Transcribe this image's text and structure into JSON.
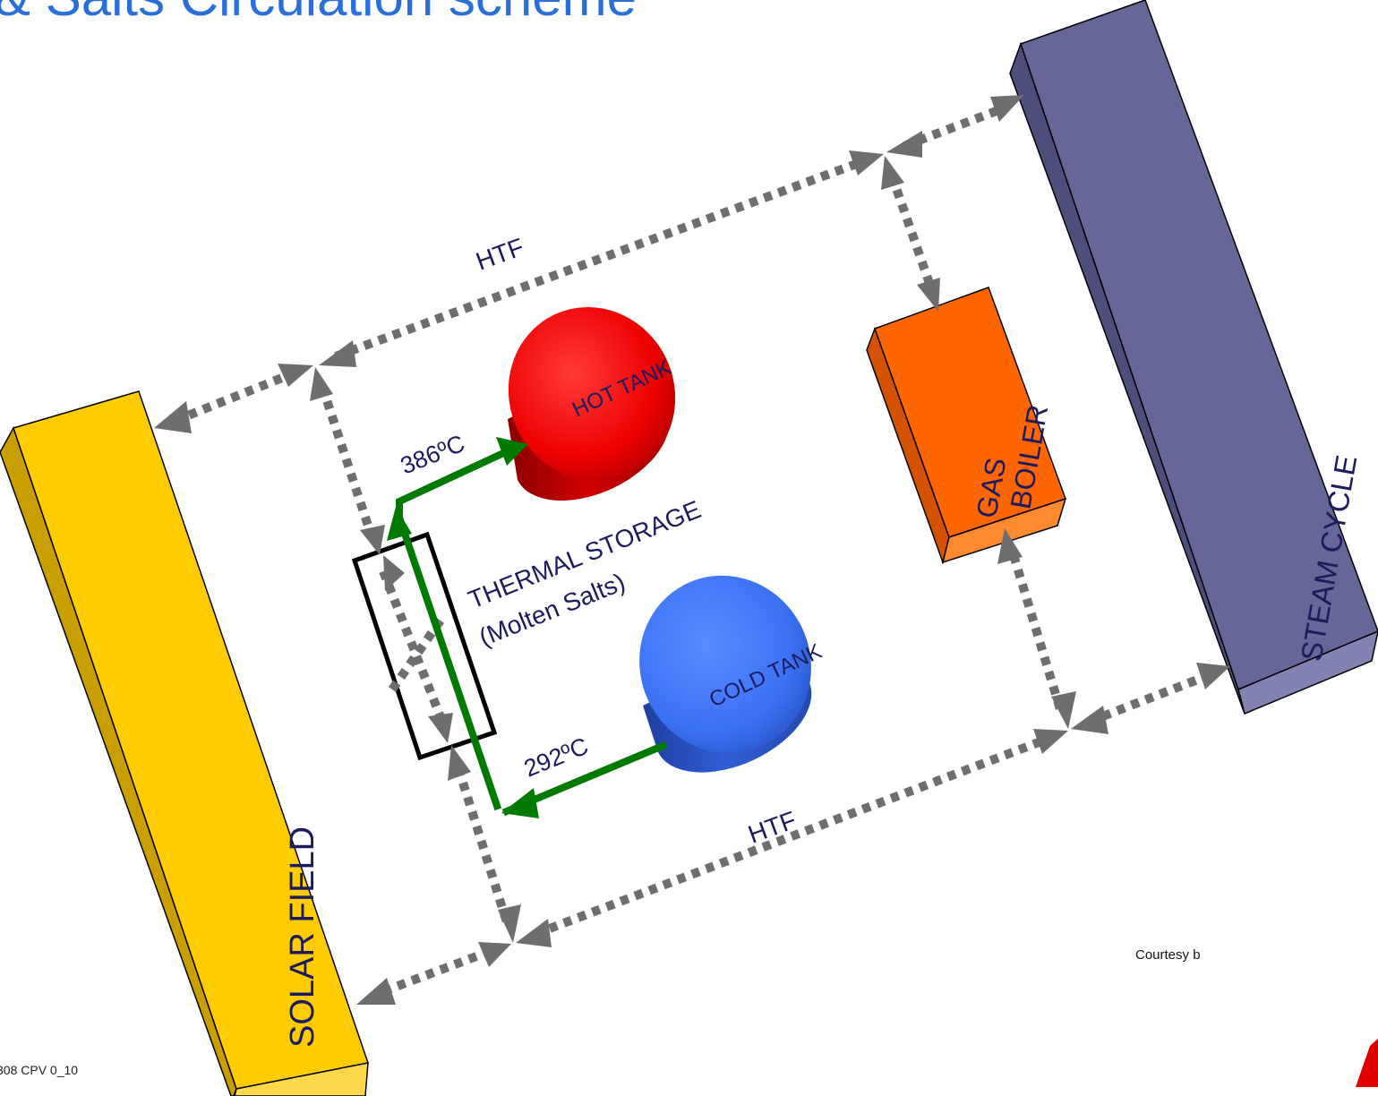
{
  "title": "& Salts Circulation scheme",
  "components": {
    "solar_field": "SOLAR FIELD",
    "steam_cycle": "STEAM CYCLE",
    "gas_boiler_line1": "GAS",
    "gas_boiler_line2": "BOILER",
    "hot_tank": "HOT TANK",
    "cold_tank": "COLD TANK",
    "thermal_storage_line1": "THERMAL STORAGE",
    "thermal_storage_line2": "(Molten Salts)"
  },
  "flows": {
    "htf_top": "HTF",
    "htf_bottom": "HTF",
    "hot_temperature": "386ºC",
    "cold_temperature": "292ºC"
  },
  "footer": {
    "left_code": "308 CPV 0_10",
    "courtesy": "Courtesy b"
  },
  "colors": {
    "solar_field": "#ffcc00",
    "steam_cycle": "#666699",
    "gas_boiler": "#ff6600",
    "hot_tank": "#ff0000",
    "cold_tank": "#3a72f5",
    "flow_arrow": "#007a00",
    "htf_line": "#6e6e6e",
    "label_text": "#1b1b5e",
    "title_text": "#2a6fd8",
    "logo": "#e00000"
  }
}
